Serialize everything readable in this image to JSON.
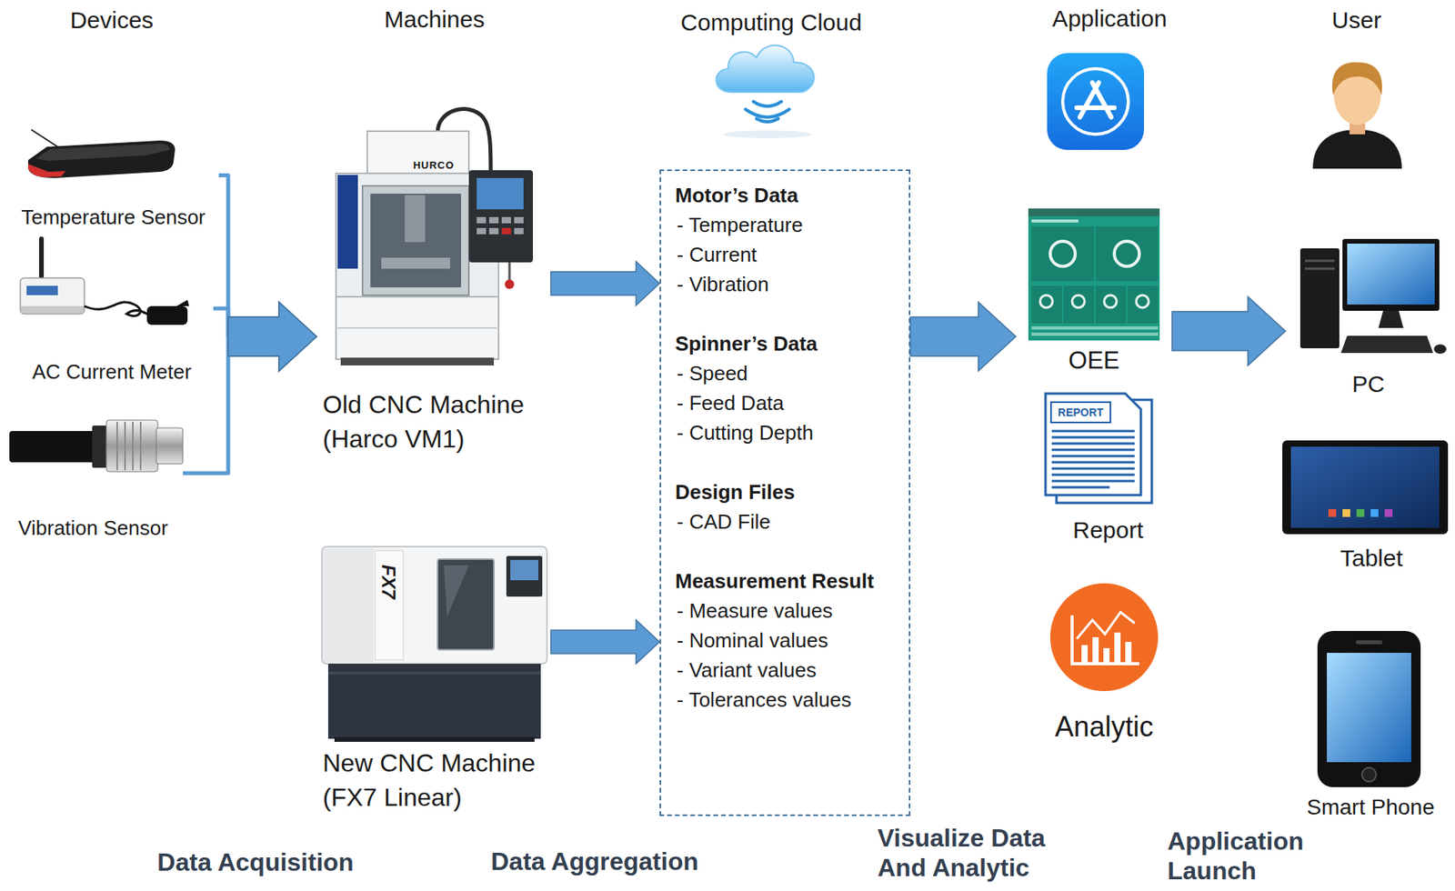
{
  "diagram": {
    "nodes": [
      {
        "text": [
          "Temperature Sensor"
        ]
      },
      {
        "text": [
          "AC Current Meter"
        ]
      },
      {
        "text": [
          "Vibration Sensor"
        ]
      },
      {
        "text": [
          "Old CNC Machine (Harco VM1)"
        ]
      },
      {
        "text": [
          "New CNC Machine (FX7 Linear)"
        ]
      },
      {
        "text": [
          "Motor’s Data",
          "- Temperature",
          "- Current",
          "- Vibration",
          "Spinner’s Data",
          "- Speed",
          "- Feed Data",
          "- Cutting Depth",
          "Design Files",
          "- CAD File",
          "Measurement Result",
          "- Measure values",
          "- Nominal values",
          "- Variant values",
          "- Tolerances values"
        ]
      },
      {
        "text": [
          "OEE"
        ]
      },
      {
        "text": [
          "Report"
        ]
      },
      {
        "text": [
          "Analytic"
        ]
      },
      {
        "text": [
          "PC"
        ]
      },
      {
        "text": [
          "Tablet"
        ]
      },
      {
        "text": [
          "Smart Phone"
        ]
      }
    ],
    "edges": [
      {
        "from": 0,
        "to": 3,
        "arrow": "to"
      },
      {
        "from": 1,
        "to": 3,
        "arrow": "to"
      },
      {
        "from": 2,
        "to": 3,
        "arrow": "to"
      },
      {
        "from": 3,
        "to": 5,
        "arrow": "to"
      },
      {
        "from": 4,
        "to": 5,
        "arrow": "to"
      },
      {
        "from": 5,
        "to": 6,
        "arrow": "to"
      },
      {
        "from": 6,
        "to": 9,
        "arrow": "to"
      }
    ],
    "labels": [
      "Devices",
      "Machines",
      "Computing Cloud",
      "Application",
      "User",
      "HURCO",
      "FX7",
      "REPORT",
      "Data Acquisition",
      "Data Aggregation",
      "Visualize Data And Analytic",
      "Application Launch"
    ]
  }
}
